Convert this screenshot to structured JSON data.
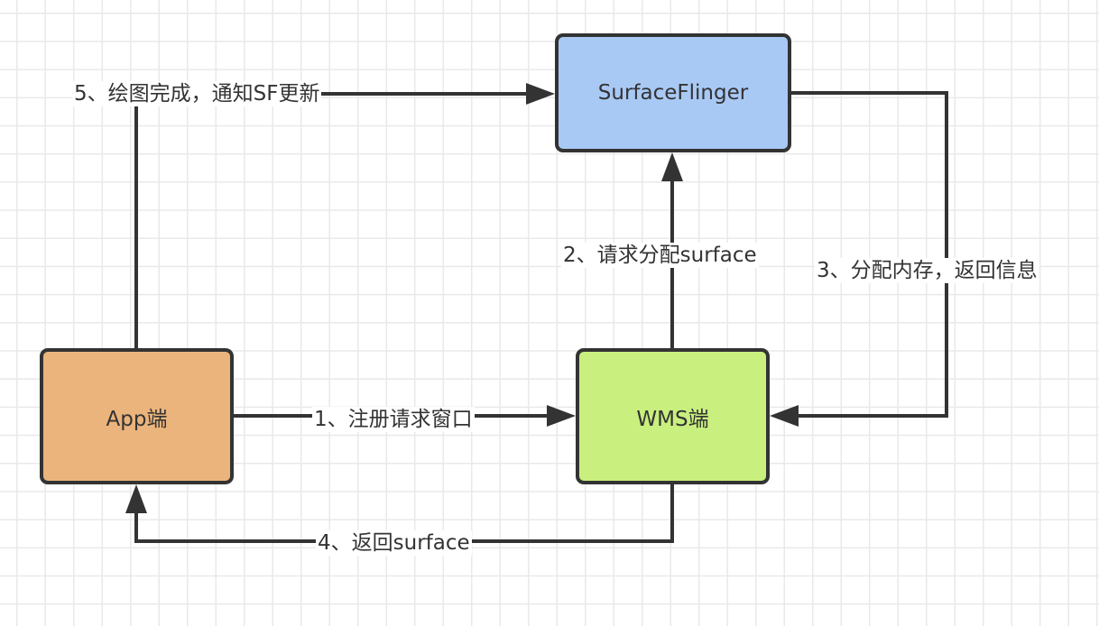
{
  "nodes": {
    "surfaceflinger": {
      "label": "SurfaceFlinger",
      "fill": "#a9c9f5"
    },
    "app": {
      "label": "App端",
      "fill": "#ebb47c"
    },
    "wms": {
      "label": "WMS端",
      "fill": "#c9ef7e"
    }
  },
  "edges": [
    {
      "id": "edge-1",
      "from": "app",
      "to": "wms",
      "label": "1、注册请求窗口"
    },
    {
      "id": "edge-2",
      "from": "wms",
      "to": "surfaceflinger",
      "label": "2、请求分配surface"
    },
    {
      "id": "edge-3",
      "from": "surfaceflinger",
      "to": "wms",
      "label": "3、分配内存，返回信息"
    },
    {
      "id": "edge-4",
      "from": "wms",
      "to": "app",
      "label": "4、返回surface"
    },
    {
      "id": "edge-5",
      "from": "app",
      "to": "surfaceflinger",
      "label": "5、绘图完成，通知SF更新"
    }
  ],
  "style": {
    "line_color": "#333333",
    "grid_color": "#e9e9e9"
  }
}
